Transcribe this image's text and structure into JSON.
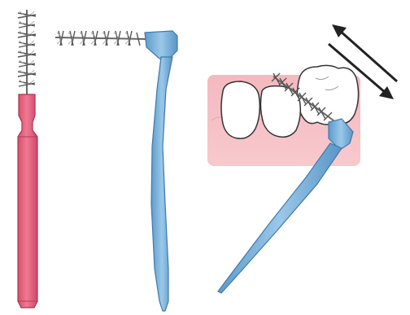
{
  "scene": {
    "items": [
      {
        "id": "straight-interdental-brush",
        "handle_color": "#e8667f"
      },
      {
        "id": "angled-interdental-brush",
        "handle_color": "#7fb3d9"
      },
      {
        "id": "brush-in-use-between-teeth",
        "handle_color": "#7fb3d9",
        "gum_color": "#f2b3b8"
      }
    ],
    "motion_arrows": {
      "direction": "back-and-forth",
      "color": "#222222"
    }
  }
}
